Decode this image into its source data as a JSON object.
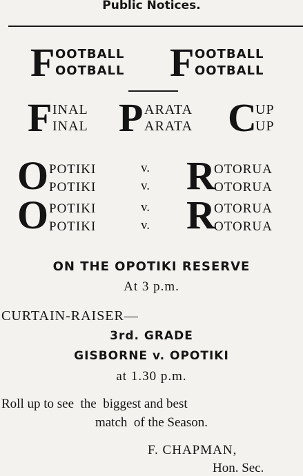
{
  "header": {
    "title": "Public Notices."
  },
  "notice": {
    "headline": {
      "initial": "F",
      "line1": "OOTBALL",
      "line2": "OOTBALL"
    },
    "cup": {
      "final": {
        "initial": "F",
        "line1": "INAL",
        "line2": "INAL"
      },
      "parata": {
        "initial": "P",
        "line1": "ARATA",
        "line2": "ARATA"
      },
      "cup": {
        "initial": "C",
        "line1": "UP",
        "line2": "UP"
      }
    },
    "match": {
      "home": {
        "initial": "O",
        "line1": "POTIKI",
        "line2": "POTIKI"
      },
      "versus": "v.",
      "away": {
        "initial": "R",
        "line1": "OTORUA",
        "line2": "OTORUA"
      }
    },
    "venue": "ON THE OPOTIKI RESERVE",
    "time": "At 3 p.m.",
    "curtain_raiser": {
      "label": "CURTAIN-RAISER—",
      "grade": "3rd. GRADE",
      "teams": "GISBORNE v. OPOTIKI",
      "time": "at 1.30 p.m."
    },
    "message": {
      "line1": "Roll up to see  the  biggest and best",
      "line2": "match  of the Season."
    },
    "signature": {
      "name": "F. CHAPMAN,",
      "title": "Hon. Sec."
    }
  }
}
